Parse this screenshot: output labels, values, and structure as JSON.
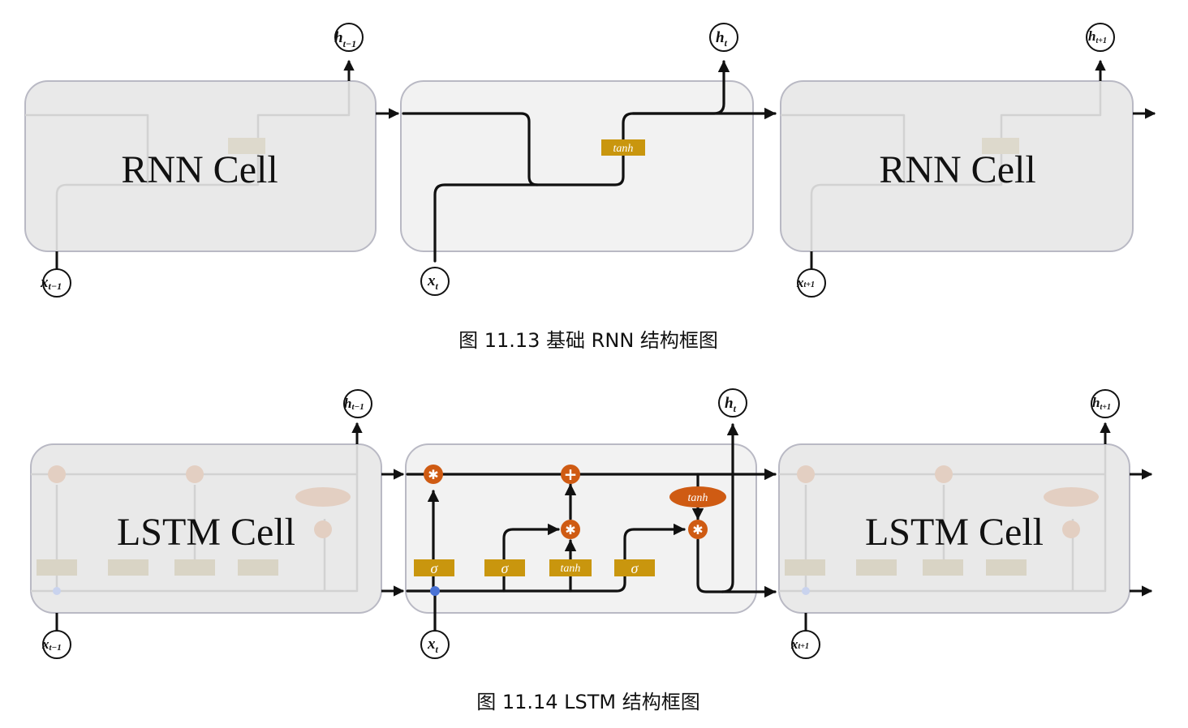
{
  "rnn": {
    "cell_label_left": "RNN Cell",
    "cell_label_right": "RNN Cell",
    "gate_tanh": "tanh",
    "h_prev_base": "h",
    "h_prev_sub": "t−1",
    "h_cur_base": "h",
    "h_cur_sub": "t",
    "h_next_base": "h",
    "h_next_sub": "t+1",
    "x_prev_base": "x",
    "x_prev_sub": "t−1",
    "x_cur_base": "x",
    "x_cur_sub": "t",
    "x_next_base": "x",
    "x_next_sub": "t+1",
    "caption": "图  11.13  基础 RNN 结构框图"
  },
  "lstm": {
    "cell_label_left": "LSTM Cell",
    "cell_label_right": "LSTM Cell",
    "sigma": "σ",
    "tanh": "tanh",
    "mult": "✱",
    "add": "+",
    "h_prev_base": "h",
    "h_prev_sub": "t−1",
    "h_cur_base": "h",
    "h_cur_sub": "t",
    "h_next_base": "h",
    "h_next_sub": "t+1",
    "x_prev_base": "x",
    "x_prev_sub": "t−1",
    "x_cur_base": "x",
    "x_cur_sub": "t",
    "x_next_base": "x",
    "x_next_sub": "t+1",
    "caption": "图  11.14 LSTM 结构框图"
  }
}
